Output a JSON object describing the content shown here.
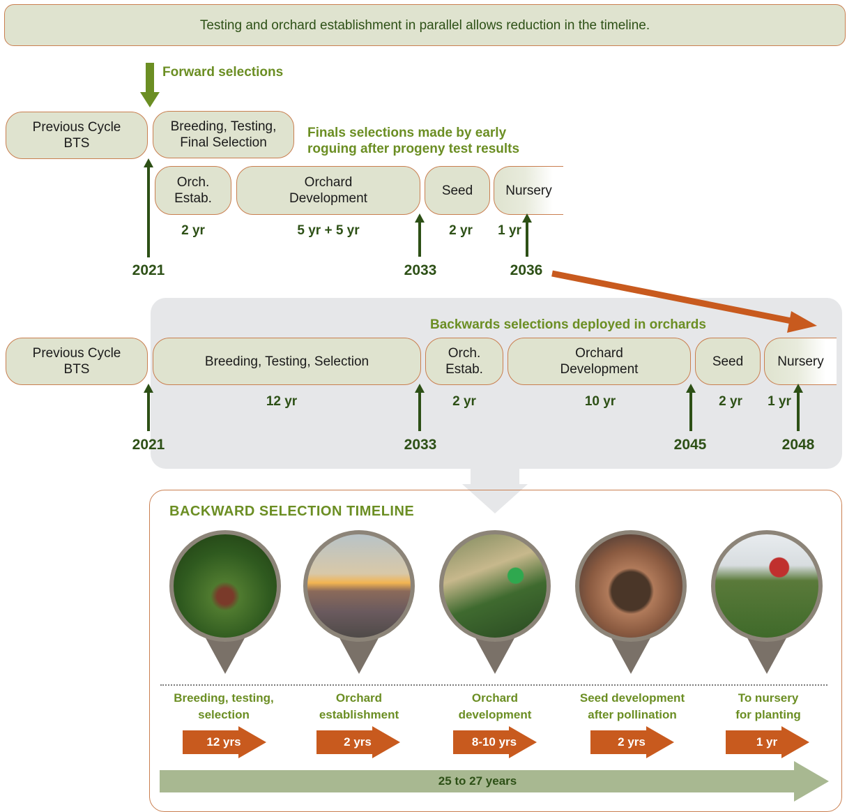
{
  "banner": "Testing and orchard establishment in parallel allows reduction in the timeline.",
  "forward": {
    "label": "Forward selections",
    "note": "Finals selections made by early\nroguing after progeny test results",
    "boxes": [
      "Previous Cycle\nBTS",
      "Breeding, Testing,\nFinal Selection",
      "Orch.\nEstab.",
      "Orchard\nDevelopment",
      "Seed",
      "Nursery"
    ],
    "durations": [
      "2 yr",
      "5 yr + 5 yr",
      "2 yr",
      "1 yr"
    ],
    "years": [
      "2021",
      "2033",
      "2036"
    ]
  },
  "backward": {
    "note": "Backwards selections deployed in orchards",
    "boxes": [
      "Previous Cycle\nBTS",
      "Breeding, Testing, Selection",
      "Orch.\nEstab.",
      "Orchard\nDevelopment",
      "Seed",
      "Nursery"
    ],
    "durations": [
      "12 yr",
      "2 yr",
      "10 yr",
      "2 yr",
      "1 yr"
    ],
    "years": [
      "2021",
      "2033",
      "2045",
      "2048"
    ]
  },
  "timeline": {
    "title": "BACKWARD SELECTION TIMELINE",
    "steps": [
      {
        "label": "Breeding, testing,\nselection",
        "duration": "12 yrs",
        "photo": "pine-shoot-photo"
      },
      {
        "label": "Orchard\nestablishment",
        "duration": "2 yrs",
        "photo": "orchard-sunset-photo"
      },
      {
        "label": "Orchard\ndevelopment",
        "duration": "8-10 yrs",
        "photo": "worker-pollinating-photo"
      },
      {
        "label": "Seed development\nafter pollination",
        "duration": "2 yrs",
        "photo": "hands-with-seeds-photo"
      },
      {
        "label": "To nursery\nfor planting",
        "duration": "1 yr",
        "photo": "nursery-seedlings-photo"
      }
    ],
    "total": "25 to 27 years"
  },
  "colors": {
    "box_fill": "#dfe3cf",
    "box_border": "#c97e4f",
    "dark_green": "#2d5016",
    "label_green": "#6b8e23",
    "orange": "#c85a1e",
    "total_bar": "#a8b891",
    "panel_gray": "#e6e7e9"
  }
}
